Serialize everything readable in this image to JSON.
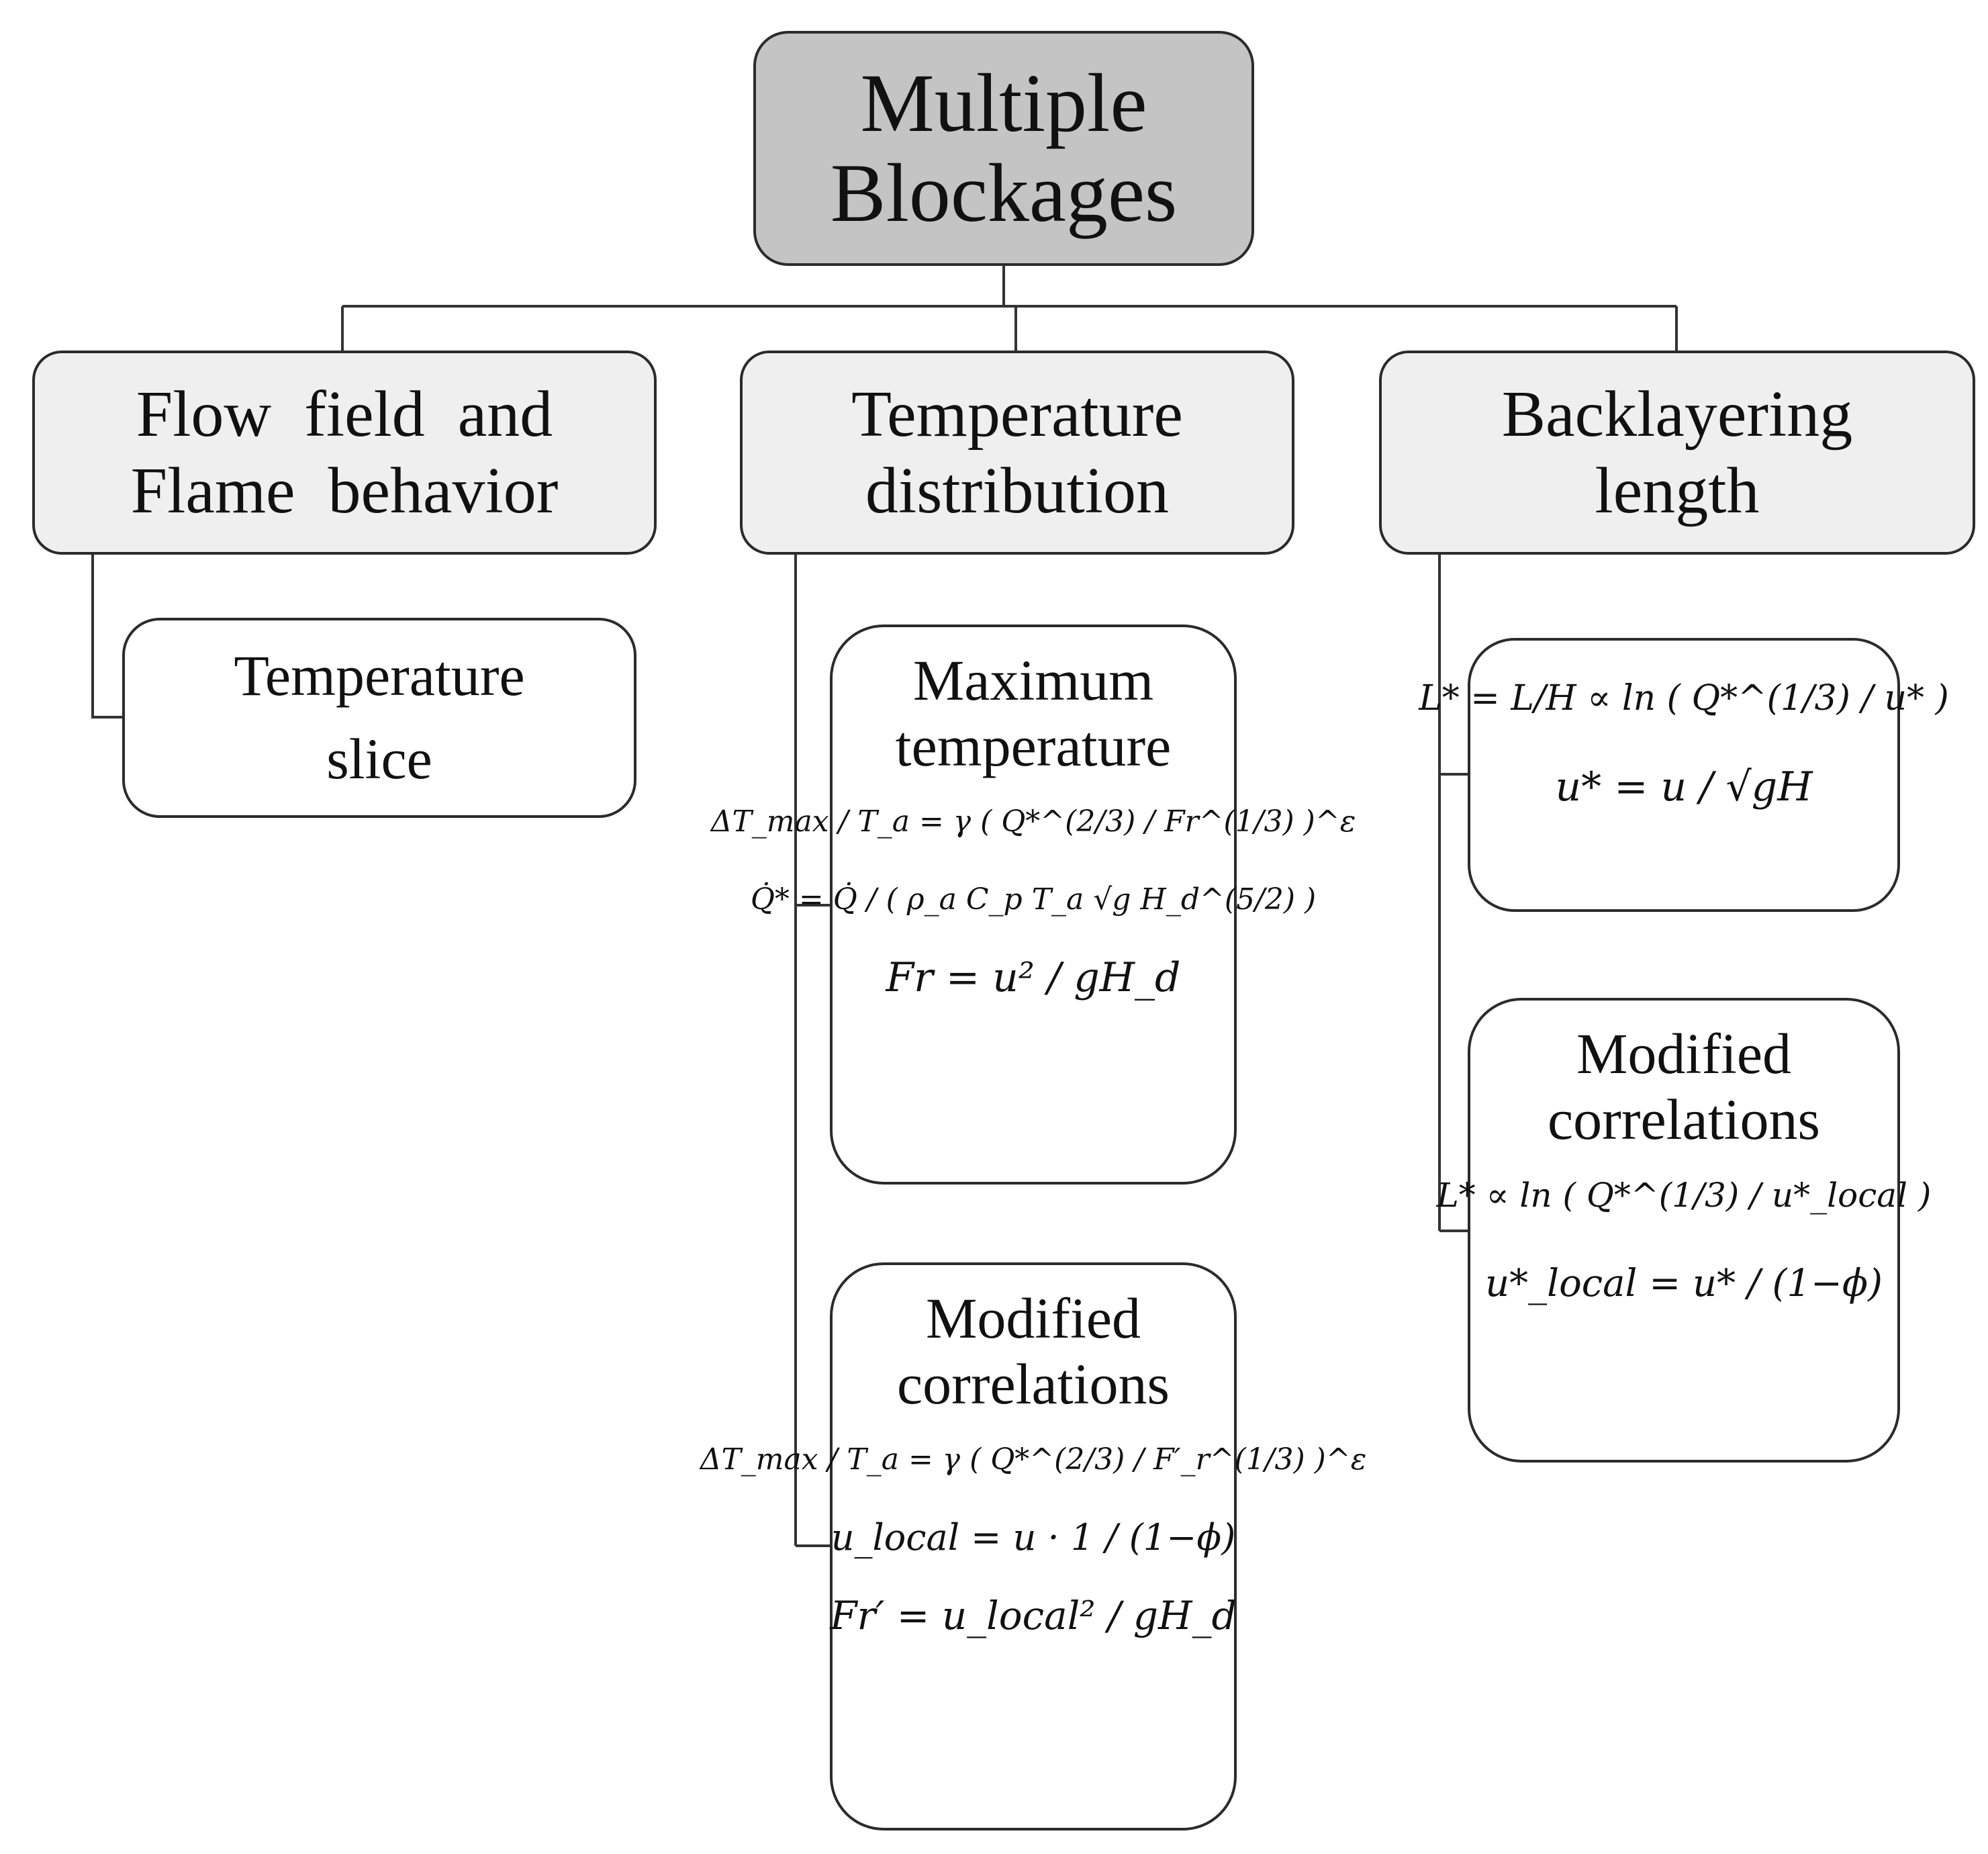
{
  "root": {
    "line1": "Multiple",
    "line2": "Blockages"
  },
  "categories": [
    {
      "line1": "Flow  field  and",
      "line2": "Flame  behavior"
    },
    {
      "line1": "Temperature",
      "line2": "distribution"
    },
    {
      "line1": "Backlayering",
      "line2": "length"
    }
  ],
  "cards": {
    "slice": {
      "line1": "Temperature",
      "line2": "slice"
    },
    "max_temp": {
      "line1": "Maximum",
      "line2": "temperature",
      "equations": [
        "ΔT_max / T_a = γ ( Q*^(2/3) / Fr^(1/3) )^ε",
        "Q̇* = Q̇ / ( ρ_a C_p T_a √g H_d^(5/2) )",
        "Fr = u² / gH_d"
      ]
    },
    "temp_modified": {
      "line1": "Modified",
      "line2": "correlations",
      "equations": [
        "ΔT_max / T_a = γ ( Q*^(2/3) / F′_r^(1/3) )^ε",
        "u_local = u · 1 / (1−ϕ)",
        "Fr′ = u_local² / gH_d"
      ]
    },
    "backlayer": {
      "equations": [
        "L* = L/H ∝ ln ( Q*^(1/3) / u* )",
        "u* = u / √gH"
      ]
    },
    "back_modified": {
      "line1": "Modified",
      "line2": "correlations",
      "equations": [
        "L* ∝ ln ( Q*^(1/3) / u*_local )",
        "u*_local = u* / (1−ϕ)"
      ]
    }
  }
}
